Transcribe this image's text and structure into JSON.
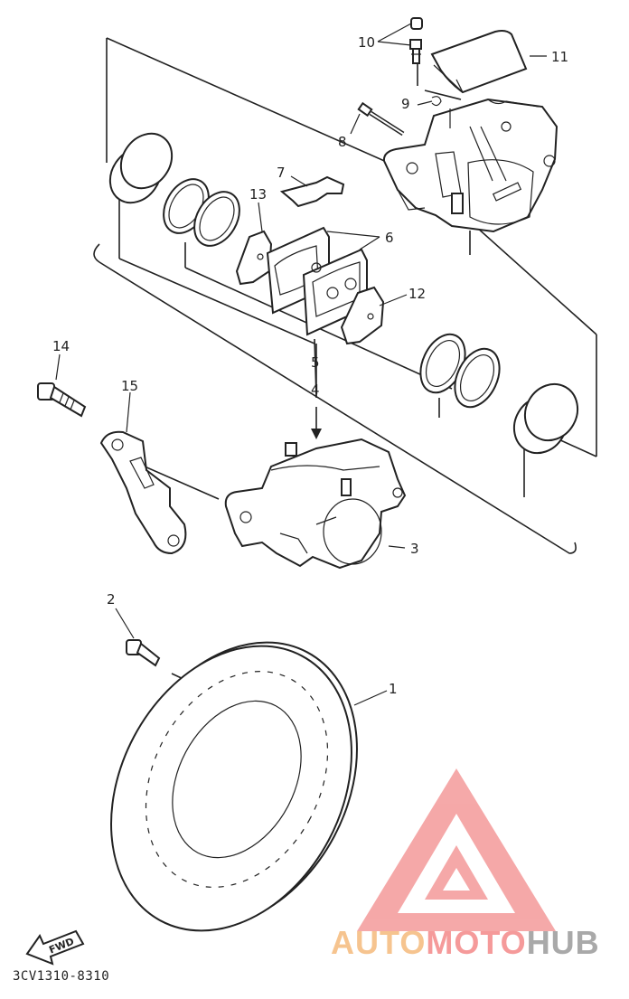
{
  "callouts": {
    "c1": "1",
    "c2": "2",
    "c3": "3",
    "c4": "4",
    "c5": "5",
    "c6": "6",
    "c7": "7",
    "c8": "8",
    "c9": "9",
    "c10": "10",
    "c11": "11",
    "c12": "12",
    "c13": "13",
    "c14": "14",
    "c15": "15"
  },
  "direction_label": "FWD",
  "drawing_code": "3CV1310-8310",
  "watermark": {
    "part1": "AUTO",
    "part2": "MOTO",
    "part3": "HUB"
  },
  "colors": {
    "line": "#222222",
    "logo_red": "#f59a9a",
    "logo_orange": "#f6c48f",
    "logo_gray": "#a9a9a9"
  }
}
